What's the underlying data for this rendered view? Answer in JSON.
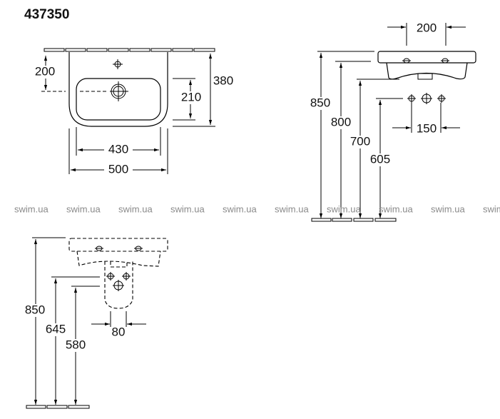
{
  "title": "437350",
  "watermark": "swim.ua",
  "top_view": {
    "dims": {
      "hole_to_wall": "200",
      "bowl_depth": "210",
      "total_depth": "380",
      "bowl_width": "430",
      "total_width": "500"
    }
  },
  "side_view": {
    "dims": {
      "tap_spacing": "200",
      "height_850": "850",
      "height_800": "800",
      "height_700": "700",
      "height_605": "605",
      "supply_spacing": "150"
    }
  },
  "pedestal_view": {
    "dims": {
      "height_850": "850",
      "height_645": "645",
      "height_580": "580",
      "pedestal_width": "80"
    }
  }
}
